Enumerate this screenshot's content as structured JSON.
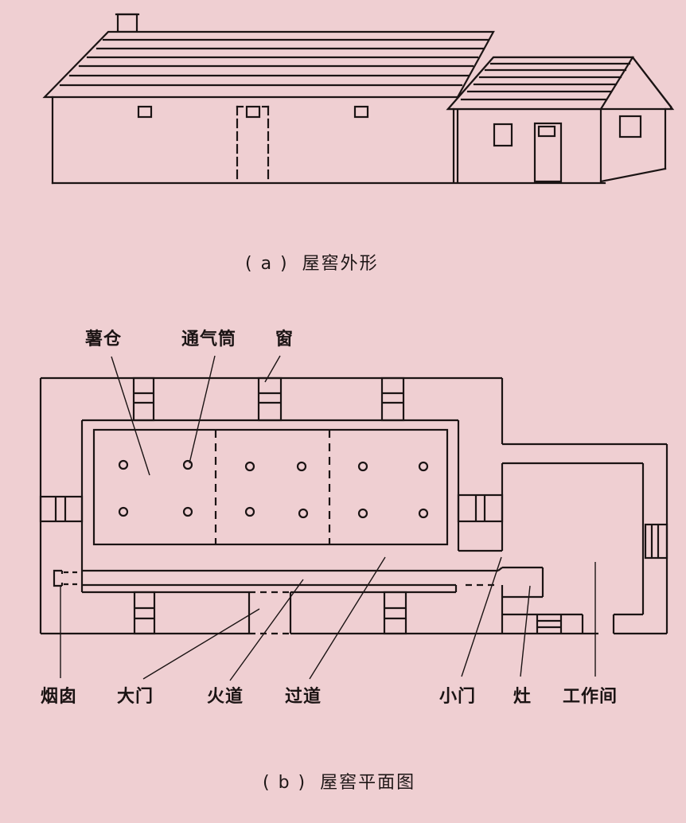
{
  "figure_a": {
    "caption_prefix": "( a )",
    "caption": "屋窖外形"
  },
  "figure_b": {
    "caption_prefix": "( b )",
    "caption": "屋窖平面图",
    "labels_top": [
      {
        "id": "shu-cang",
        "text": "薯仓"
      },
      {
        "id": "tong-qi-tong",
        "text": "通气筒"
      },
      {
        "id": "chuang",
        "text": "窗"
      }
    ],
    "labels_bottom": [
      {
        "id": "yan-tong",
        "text": "烟囱"
      },
      {
        "id": "da-men",
        "text": "大门"
      },
      {
        "id": "huo-dao",
        "text": "火道"
      },
      {
        "id": "guo-dao",
        "text": "过道"
      },
      {
        "id": "xiao-men",
        "text": "小门"
      },
      {
        "id": "zao",
        "text": "灶"
      },
      {
        "id": "gong-zuo-jian",
        "text": "工作间"
      }
    ]
  },
  "colors": {
    "paper": "#efcfd2",
    "ink": "#1b1414"
  }
}
